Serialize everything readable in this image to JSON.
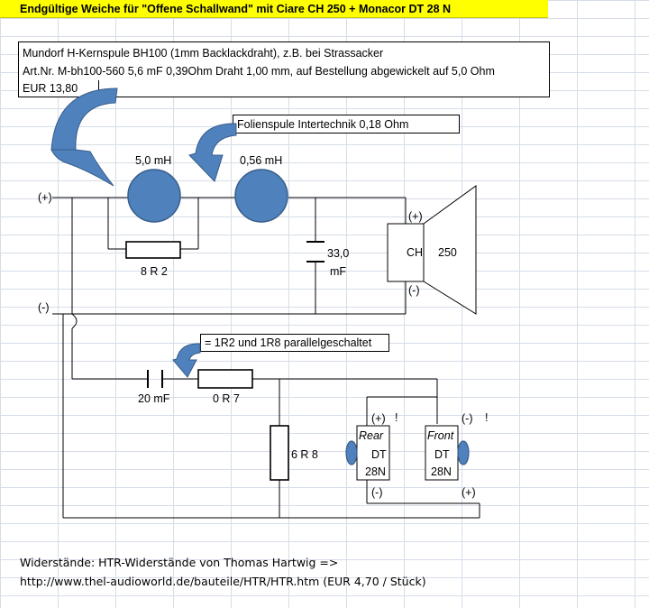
{
  "title": "Endgültige Weiche für \"Offene Schallwand\"  mit Ciare CH 250  +  Monacor DT 28 N",
  "info_box": {
    "line1": "Mundorf H-Kernspule BH100 (1mm Backlackdraht), z.B. bei Strassacker",
    "line2": "Art.Nr. M-bh100-560 5,6 mF  0,39Ohm Draht 1,00 mm, auf Bestellung abgewickelt auf 5,0 Ohm",
    "line3": "EUR 13,80"
  },
  "callout_foil": "Folienspule Intertechnik 0,18 Ohm",
  "callout_parallel": "= 1R2 und 1R8 parallelgeschaltet",
  "labels": {
    "plus_in": "(+)",
    "minus_in": "(-)",
    "coil1": "5,0 mH",
    "coil2": "0,56 mH",
    "res_8r2": "8 R 2",
    "cap_33_value": "33,0",
    "cap_33_unit": "mF",
    "woofer_plus": "(+)",
    "woofer_minus": "(-)",
    "woofer_ch": "CH",
    "woofer_250": "250",
    "cap_20": "20 mF",
    "res_0r7": "0 R 7",
    "res_6r8": "6 R 8",
    "rear_plus": "(+)",
    "rear_excl": "!",
    "rear_name": "Rear",
    "rear_dt": "DT",
    "rear_28n": "28N",
    "rear_minus": "(-)",
    "front_minus": "(-)",
    "front_excl": "!",
    "front_name": "Front",
    "front_dt": "DT",
    "front_28n": "28N",
    "front_plus": "(+)"
  },
  "footer": {
    "line1": "Widerstände: HTR-Widerstände von Thomas Hartwig =>",
    "line2": "http://www.thel-audioworld.de/bauteile/HTR/HTR.htm  (EUR 4,70 / Stück)"
  },
  "colors": {
    "title_bg": "#ffff00",
    "coil_fill": "#4f81bd",
    "coil_stroke": "#385d8a",
    "arrow_fill": "#4f81bd",
    "wire": "#000000",
    "grid": "#d6dde8"
  }
}
